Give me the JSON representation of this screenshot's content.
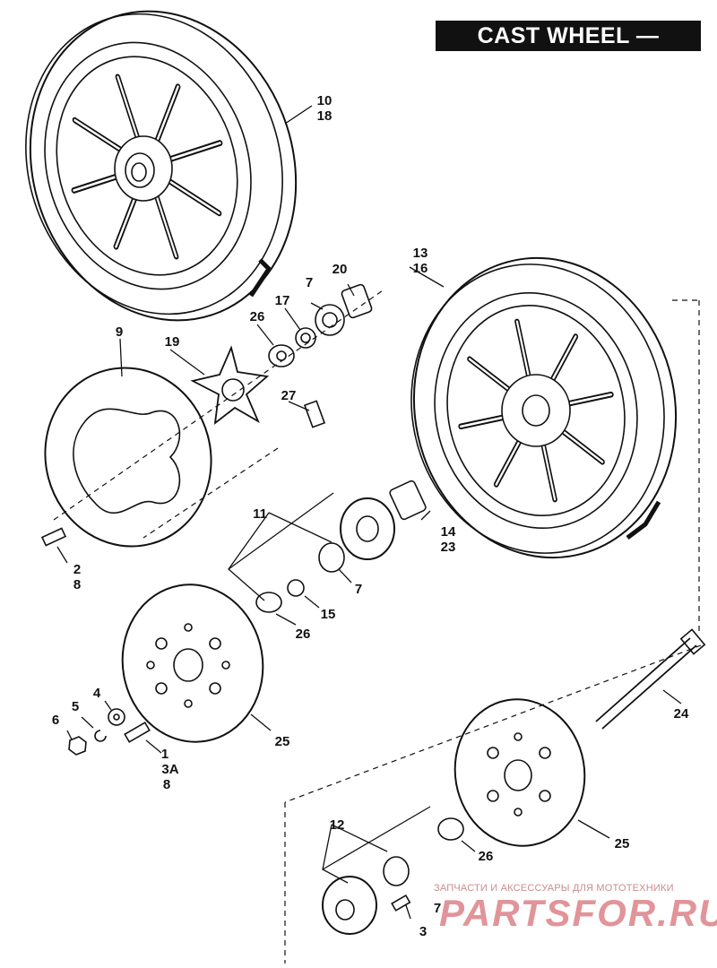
{
  "title": "CAST WHEEL — FRONT",
  "callouts": [
    {
      "id": "c10",
      "text": "10"
    },
    {
      "id": "c18",
      "text": "18"
    },
    {
      "id": "c13",
      "text": "13"
    },
    {
      "id": "c16",
      "text": "16"
    },
    {
      "id": "c20",
      "text": "20"
    },
    {
      "id": "c7a",
      "text": "7"
    },
    {
      "id": "c17",
      "text": "17"
    },
    {
      "id": "c26a",
      "text": "26"
    },
    {
      "id": "c19",
      "text": "19"
    },
    {
      "id": "c9",
      "text": "9"
    },
    {
      "id": "c27",
      "text": "27"
    },
    {
      "id": "c11",
      "text": "11"
    },
    {
      "id": "c14",
      "text": "14"
    },
    {
      "id": "c23",
      "text": "23"
    },
    {
      "id": "c7b",
      "text": "7"
    },
    {
      "id": "c15",
      "text": "15"
    },
    {
      "id": "c26b",
      "text": "26"
    },
    {
      "id": "c2",
      "text": "2"
    },
    {
      "id": "c8a",
      "text": "8"
    },
    {
      "id": "c4",
      "text": "4"
    },
    {
      "id": "c5",
      "text": "5"
    },
    {
      "id": "c6",
      "text": "6"
    },
    {
      "id": "c1",
      "text": "1"
    },
    {
      "id": "c3A",
      "text": "3A"
    },
    {
      "id": "c8b",
      "text": "8"
    },
    {
      "id": "c25a",
      "text": "25"
    },
    {
      "id": "c24",
      "text": "24"
    },
    {
      "id": "c12",
      "text": "12"
    },
    {
      "id": "c26c",
      "text": "26"
    },
    {
      "id": "c25b",
      "text": "25"
    },
    {
      "id": "c7c",
      "text": "7"
    },
    {
      "id": "c3",
      "text": "3"
    }
  ],
  "watermark": {
    "caption": "ЗАПЧАСТИ И АКСЕССУАРЫ ДЛЯ МОТОТЕХНИКИ",
    "brand": "PARTSFOR.RU"
  }
}
